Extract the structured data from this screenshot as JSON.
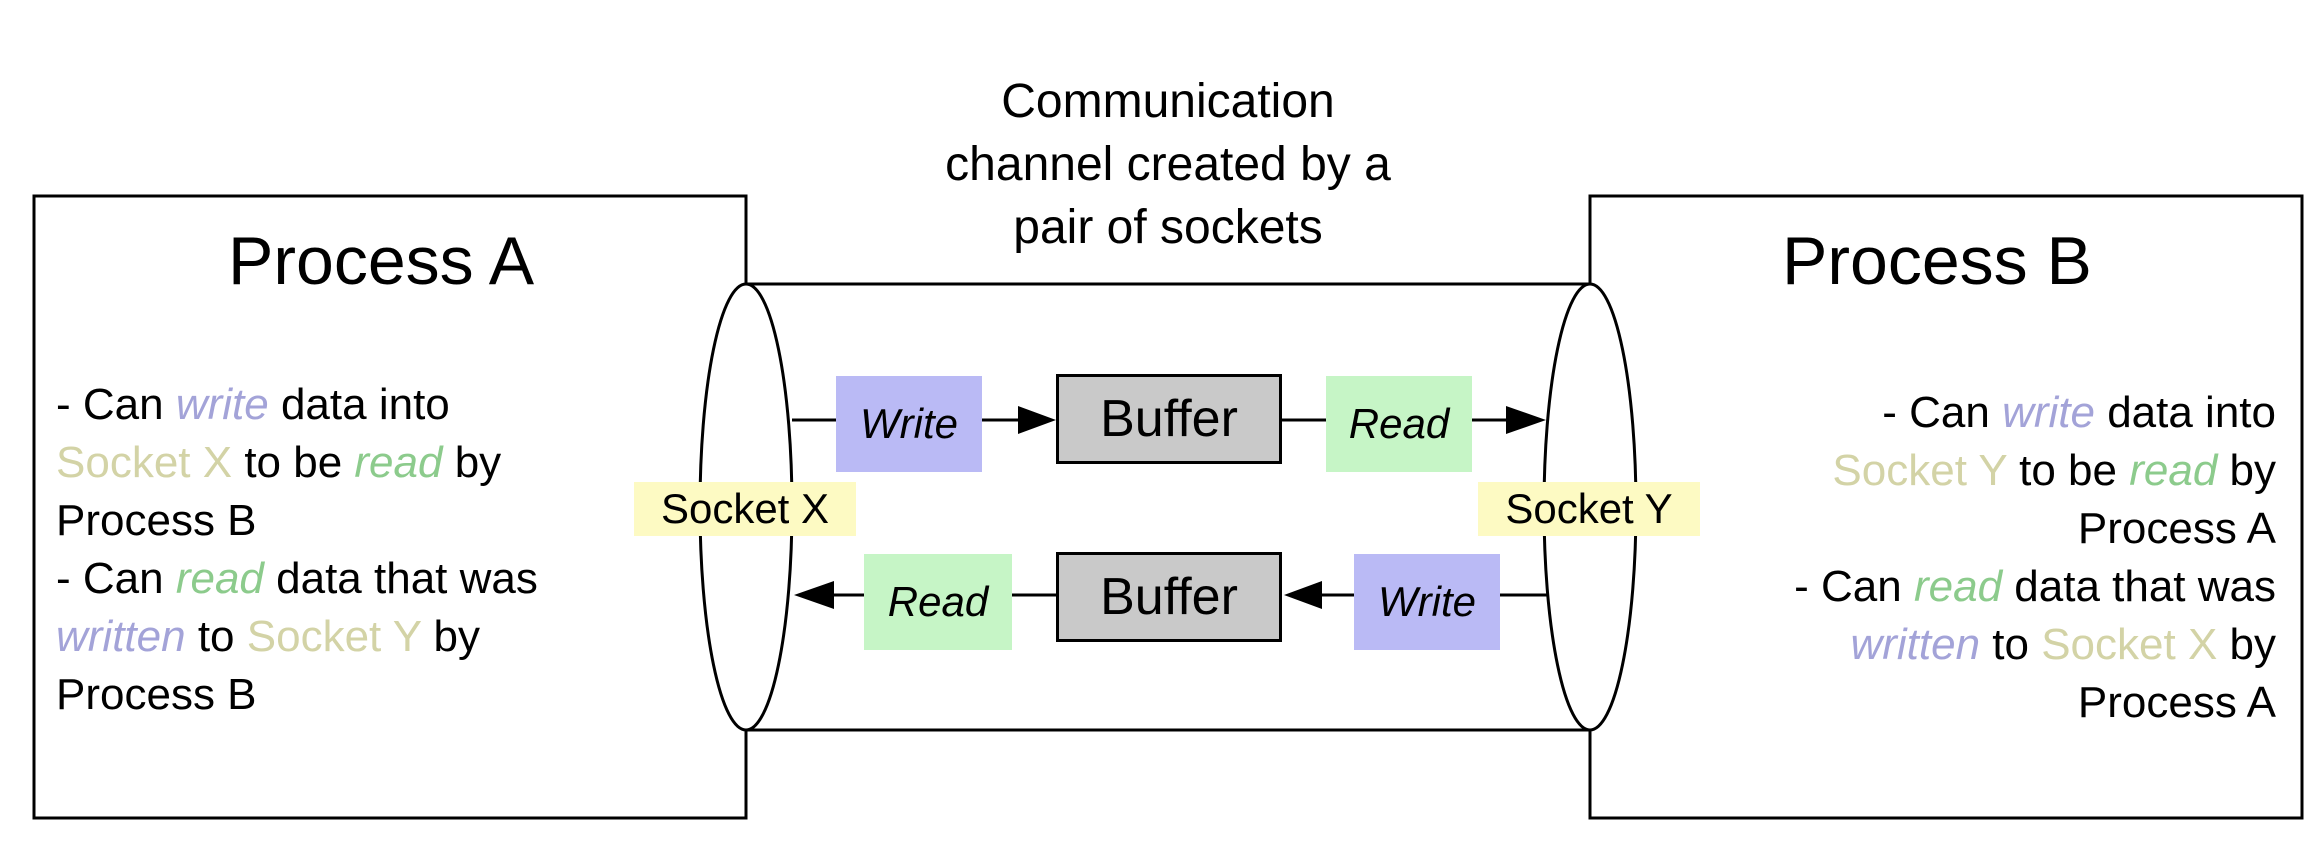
{
  "channel_caption": [
    "Communication",
    "channel created by a",
    "pair of sockets"
  ],
  "process_a": {
    "title": "Process A",
    "lines": [
      [
        {
          "t": "- Can "
        },
        {
          "t": "write",
          "c": "write"
        },
        {
          "t": " data into"
        }
      ],
      [
        {
          "t": "Socket X",
          "c": "sock"
        },
        {
          "t": " to be "
        },
        {
          "t": "read",
          "c": "read"
        },
        {
          "t": " by"
        }
      ],
      [
        {
          "t": "Process B"
        }
      ],
      [
        {
          "t": "- Can "
        },
        {
          "t": "read",
          "c": "read"
        },
        {
          "t": " data that was"
        }
      ],
      [
        {
          "t": "written",
          "c": "write"
        },
        {
          "t": " to "
        },
        {
          "t": "Socket Y",
          "c": "sock"
        },
        {
          "t": " by"
        }
      ],
      [
        {
          "t": "Process B"
        }
      ]
    ]
  },
  "process_b": {
    "title": "Process B",
    "lines": [
      [
        {
          "t": "- Can "
        },
        {
          "t": "write",
          "c": "write"
        },
        {
          "t": " data into"
        }
      ],
      [
        {
          "t": "Socket Y",
          "c": "sock"
        },
        {
          "t": " to be "
        },
        {
          "t": "read",
          "c": "read"
        },
        {
          "t": " by"
        }
      ],
      [
        {
          "t": "Process A"
        }
      ],
      [
        {
          "t": "- Can "
        },
        {
          "t": "read",
          "c": "read"
        },
        {
          "t": " data that was"
        }
      ],
      [
        {
          "t": "written",
          "c": "write"
        },
        {
          "t": " to "
        },
        {
          "t": "Socket X",
          "c": "sock"
        },
        {
          "t": " by"
        }
      ],
      [
        {
          "t": "Process A"
        }
      ]
    ]
  },
  "socket_x_label": "Socket X",
  "socket_y_label": "Socket Y",
  "top_flow": {
    "write_label": "Write",
    "buffer_label": "Buffer",
    "read_label": "Read"
  },
  "bottom_flow": {
    "write_label": "Write",
    "buffer_label": "Buffer",
    "read_label": "Read"
  },
  "colors": {
    "write": "#babaf5",
    "read": "#c6f5c6",
    "socket": "#fdfac3",
    "buffer": "#c9c9c9"
  }
}
